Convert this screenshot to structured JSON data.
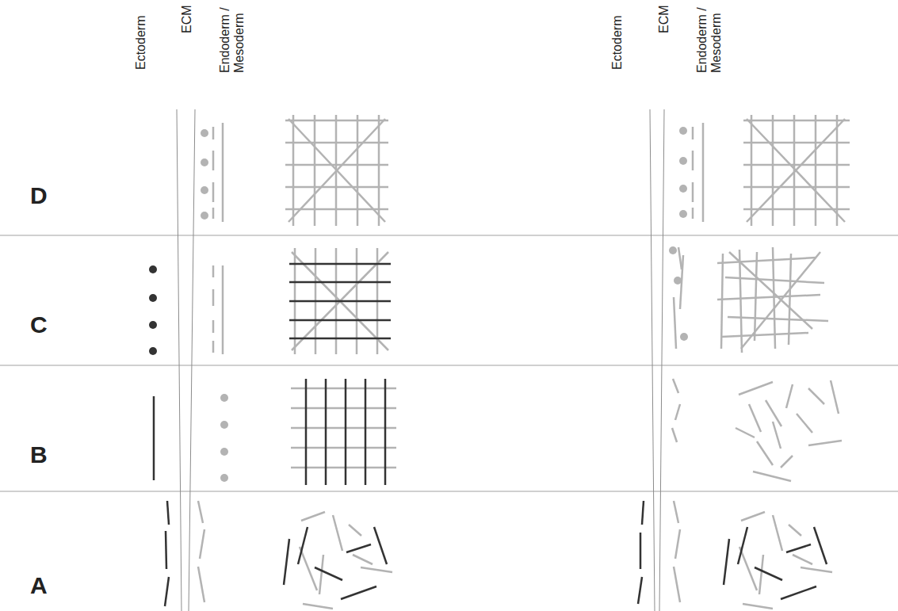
{
  "diagram": {
    "labels": [
      "Ectoderm",
      "ECM",
      "Endoderm / Mesoderm",
      "Ectoderm",
      "ECM",
      "Endoderm / Mesoderm",
      "D",
      "C",
      "B",
      "A"
    ]
  }
}
